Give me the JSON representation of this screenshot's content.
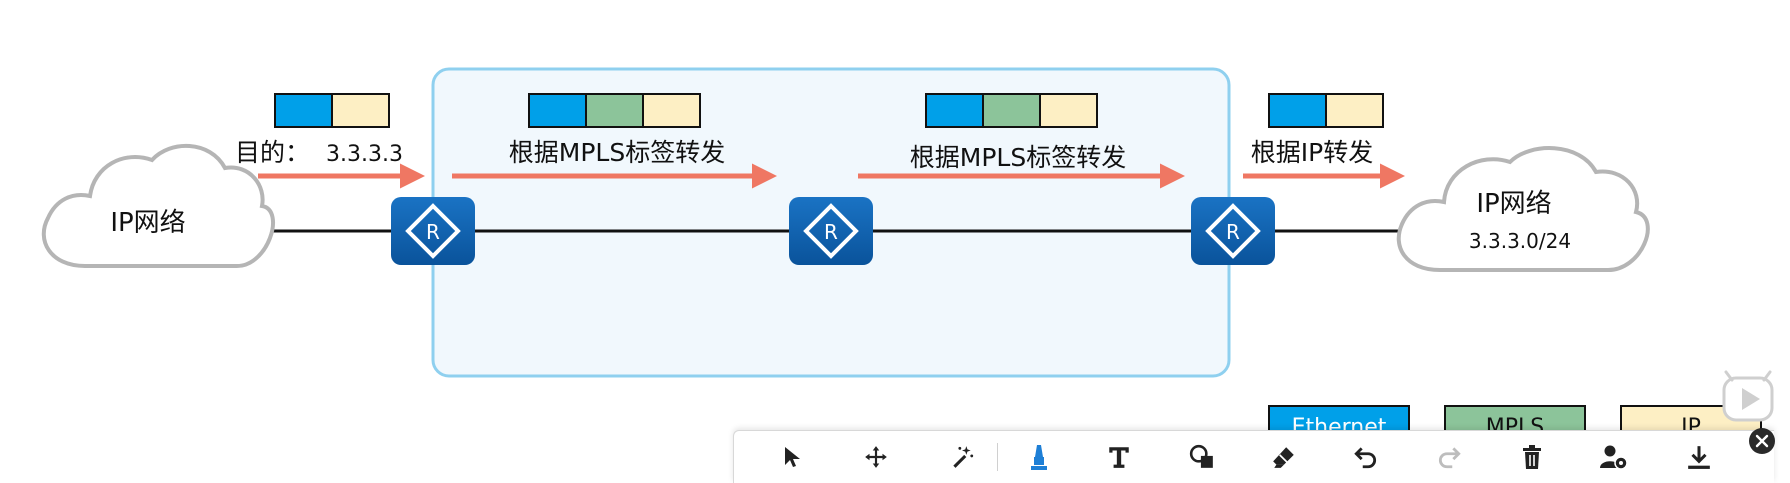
{
  "diagram": {
    "left_cloud_label": "IP网络",
    "right_cloud_label": "IP网络",
    "right_cloud_subnet": "3.3.3.0/24",
    "dest_label": "目的：",
    "dest_value": "3.3.3.3",
    "hop_labels": [
      "根据MPLS标签转发",
      "根据MPLS标签转发",
      "根据IP转发"
    ],
    "router_letter": "R",
    "legend": [
      {
        "label": "Ethernet",
        "color": "#00a0e9"
      },
      {
        "label": "MPLS",
        "color": "#8cc49a"
      },
      {
        "label": "IP",
        "color": "#fdefc4"
      }
    ],
    "colors": {
      "ethernet": "#00a0e9",
      "mpls": "#8cc49a",
      "ip": "#fdefc4",
      "arrow": "#ef7763",
      "router": "#0a5fad",
      "mpls_domain_fill": "#f1f8fd",
      "mpls_domain_border": "#8fd0ef",
      "cloud_stroke": "#b5b5b5"
    }
  },
  "toolbar": {
    "tools": [
      {
        "name": "pointer",
        "icon": "cursor-arrow-icon"
      },
      {
        "name": "move",
        "icon": "move-arrows-icon"
      },
      {
        "name": "laser",
        "icon": "magic-wand-icon"
      },
      {
        "name": "pen",
        "icon": "marker-pen-icon",
        "active": true
      },
      {
        "name": "text",
        "icon": "text-icon"
      },
      {
        "name": "shapes",
        "icon": "shapes-icon"
      },
      {
        "name": "eraser",
        "icon": "eraser-icon"
      },
      {
        "name": "undo",
        "icon": "undo-icon"
      },
      {
        "name": "redo",
        "icon": "redo-icon"
      },
      {
        "name": "clear",
        "icon": "trash-icon"
      },
      {
        "name": "users",
        "icon": "user-settings-icon"
      },
      {
        "name": "download",
        "icon": "download-icon"
      }
    ],
    "close_icon": "close-icon"
  }
}
